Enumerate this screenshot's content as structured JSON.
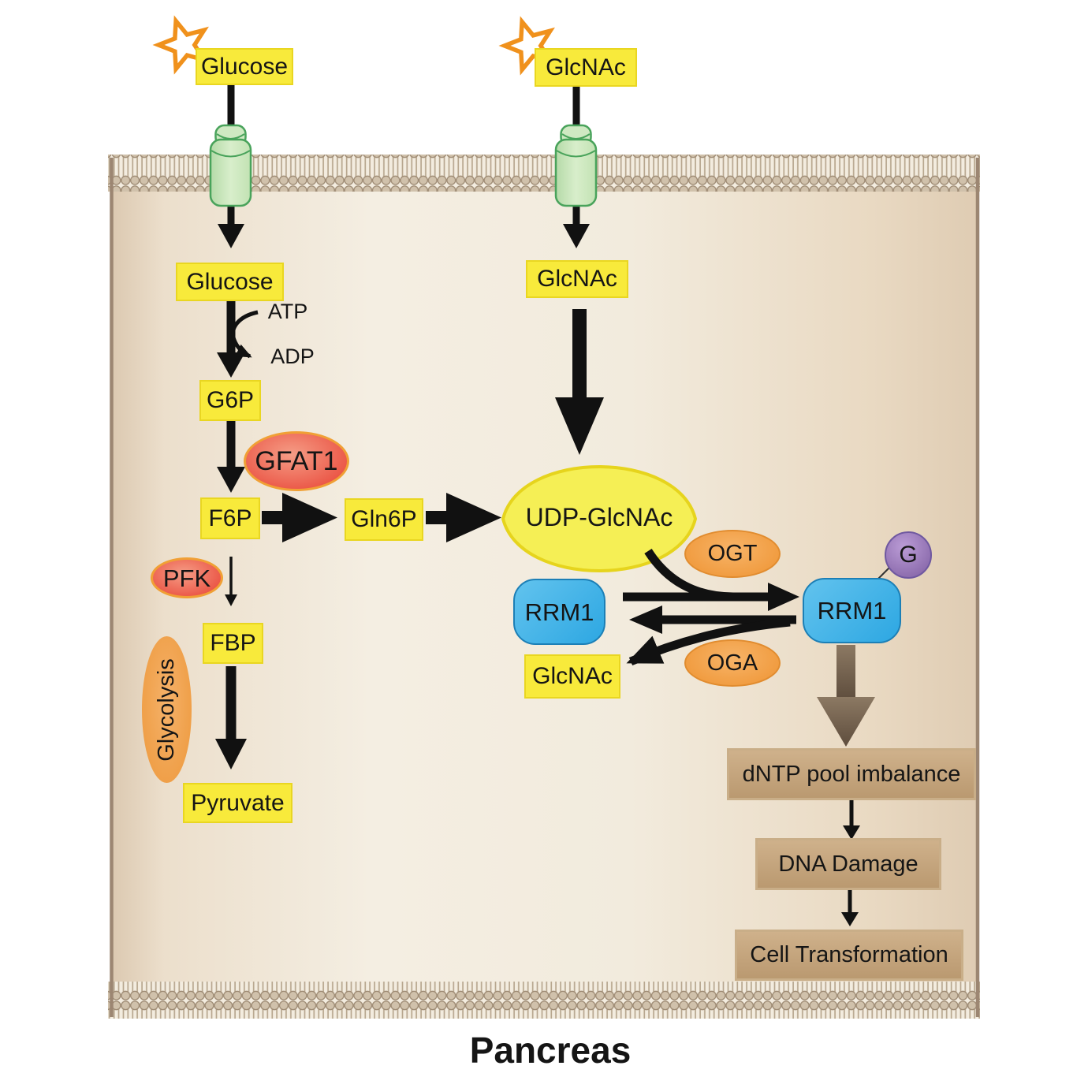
{
  "title": "Pancreas",
  "extracellular": {
    "glucose": "Glucose",
    "glcnac": "GlcNAc"
  },
  "cell": {
    "glycolysis": {
      "glucose": "Glucose",
      "atp": "ATP",
      "adp": "ADP",
      "g6p": "G6P",
      "gfat1": "GFAT1",
      "f6p": "F6P",
      "pfk": "PFK",
      "fbp": "FBP",
      "pathway_label": "Glycolysis",
      "pyruvate": "Pyruvate",
      "gln6p": "Gln6P"
    },
    "hexosamine": {
      "glcnac": "GlcNAc",
      "udp_glcnac": "UDP-GlcNAc",
      "ogt": "OGT",
      "oga": "OGA",
      "rrm1": "RRM1",
      "rrm1_modified": "RRM1",
      "glcnac_tag": "G",
      "glcnac_released": "GlcNAc"
    },
    "outcomes": {
      "dntp_pool_imbalance": "dNTP pool imbalance",
      "dna_damage": "DNA Damage",
      "cell_transformation": "Cell Transformation"
    }
  },
  "colors": {
    "metabolite_box_yellow": "#F8EA3B",
    "udp_glcnac_yellow": "#F5EF55",
    "enzyme_red": "#EB5747",
    "enzyme_red_border": "#F0A035",
    "enzyme_orange": "#F09A3D",
    "protein_blue": "#2DA7E2",
    "glcnac_moiety_purple": "#8767A9",
    "outcome_box_brown": "#C5A67E",
    "transporter_green": "#C9E6BD",
    "membrane_tan": "#D0C1AB",
    "star_orange": "#F0911C",
    "arrow_black": "#111111",
    "arrow_brown": "#6E5B49"
  }
}
